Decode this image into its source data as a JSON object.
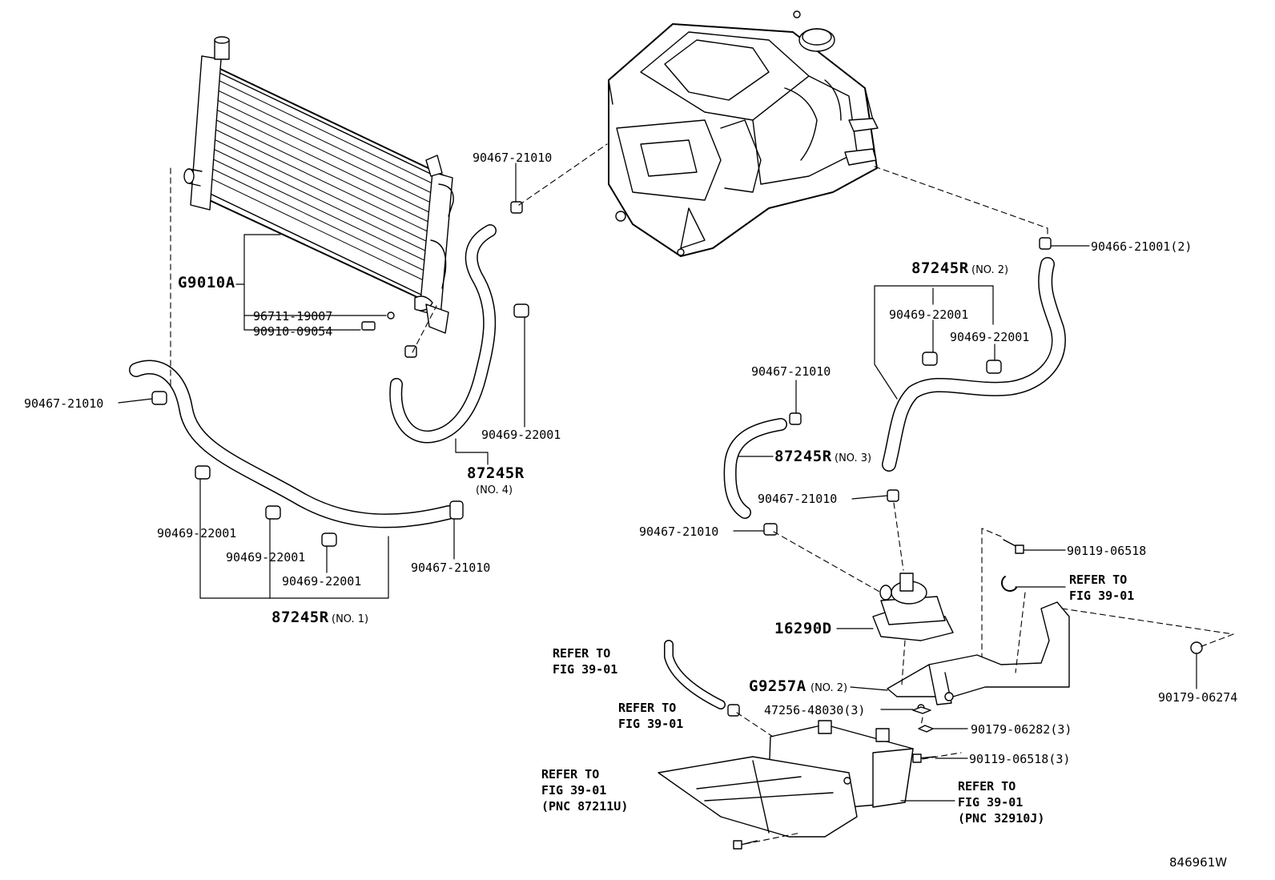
{
  "labels": {
    "p01": "90467-21010",
    "p02": "90466-21001(2)",
    "p03": "G9010A",
    "p04": "96711-19007",
    "p05": "90910-09054",
    "p06": "90467-21010",
    "p07": "90469-22001",
    "p08": "87245R",
    "p08b": "(NO. 4)",
    "p09": "90469-22001",
    "p10": "90469-22001",
    "p11": "90469-22001",
    "p12": "90467-21010",
    "p13": "87245R",
    "p13b": "(NO. 1)",
    "p14": "87245R",
    "p14b": "(NO. 2)",
    "p15": "90469-22001",
    "p16": "90469-22001",
    "p17": "90467-21010",
    "p18": "87245R",
    "p18b": "(NO. 3)",
    "p19": "90467-21010",
    "p20": "90467-21010",
    "p21": "90119-06518",
    "p22a": "REFER TO",
    "p22b": "FIG 39-01",
    "p23": "16290D",
    "p24": "90179-06274",
    "p25a": "REFER TO",
    "p25b": "FIG 39-01",
    "p26a": "REFER TO",
    "p26b": "FIG 39-01",
    "p27": "G9257A",
    "p27b": "(NO. 2)",
    "p28": "47256-48030(3)",
    "p29": "90179-06282(3)",
    "p30": "90119-06518(3)",
    "p31a": "REFER TO",
    "p31b": "FIG 39-01",
    "p31c": "(PNC 87211U)",
    "p32a": "REFER TO",
    "p32b": "FIG 39-01",
    "p32c": "(PNC 32910J)",
    "code": "846961W"
  }
}
